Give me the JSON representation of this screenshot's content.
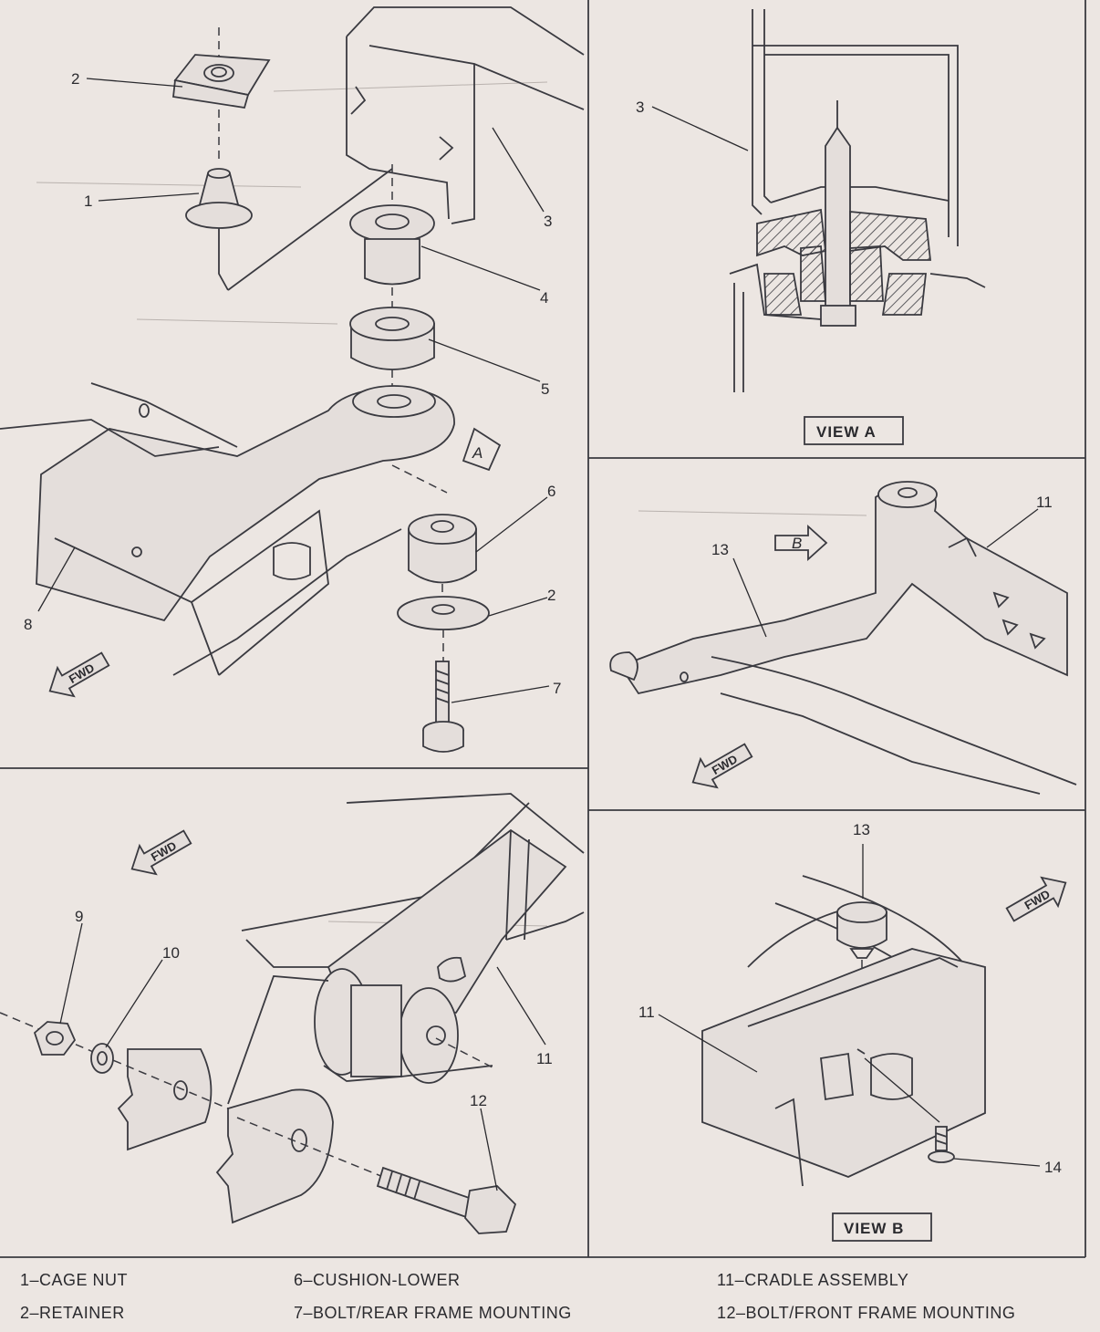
{
  "callouts": {
    "c1": "1",
    "c2a": "2",
    "c3a": "3",
    "c4": "4",
    "c5": "5",
    "c6": "6",
    "c2b": "2",
    "c7": "7",
    "c8": "8",
    "c3v": "3",
    "c11b": "11",
    "c13b": "13",
    "c9": "9",
    "c10": "10",
    "c11c": "11",
    "c12": "12",
    "c13v": "13",
    "c11v": "11",
    "c14": "14"
  },
  "view_labels": {
    "view_a": "VIEW  A",
    "view_b": "VIEW  B"
  },
  "view_markers": {
    "marker_a": "A",
    "marker_b": "B"
  },
  "fwd_label": "FWD",
  "legend": [
    "1–CAGE NUT",
    "6–CUSHION-LOWER",
    "11–CRADLE ASSEMBLY",
    "2–RETAINER",
    "7–BOLT/REAR FRAME MOUNTING",
    "12–BOLT/FRONT FRAME MOUNTING"
  ],
  "colors": {
    "paper": "#ece6e2",
    "ink": "#2a2a2e"
  }
}
